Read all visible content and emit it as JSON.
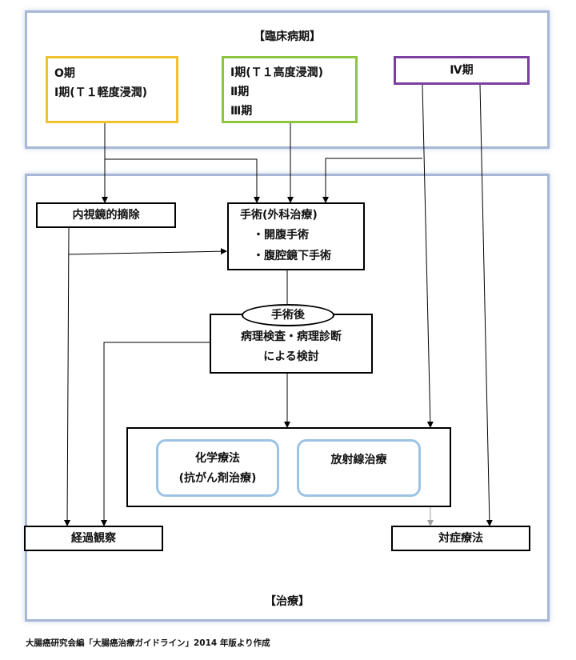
{
  "panels": {
    "stage_title": "【臨床病期】",
    "treatment_title": "【治療】"
  },
  "stages": {
    "stage0_line1": "O期",
    "stage0_line2": "Ⅰ期(Ｔ１軽度浸潤)",
    "stage123_line1": "Ⅰ期(Ｔ１高度浸潤)",
    "stage123_line2": "Ⅱ期",
    "stage123_line3": "Ⅲ期",
    "stage4": "Ⅳ期"
  },
  "treatments": {
    "endoscopic": "内視鏡的摘除",
    "surgery_line1": "手術(外科治療)",
    "surgery_line2": "・開腹手術",
    "surgery_line3": "・腹腔鏡下手術",
    "post_surgery": "手術後",
    "pathology_line1": "病理検査・病理診断",
    "pathology_line2": "による検討",
    "chemo_line1": "化学療法",
    "chemo_line2": "(抗がん剤治療)",
    "radiation": "放射線治療",
    "observation": "経過観察",
    "symptomatic": "対症療法"
  },
  "footer": "大腸癌研究会編「大腸癌治療ガイドライン」2014 年版より作成",
  "colors": {
    "panel_border": "#a7b7d6",
    "stage0_border": "#f2c12e",
    "stage123_border": "#8cc63f",
    "stage4_border": "#7a3fa0",
    "inner_box_border": "#9cc3e6",
    "gray_arrow": "#a0a0a0"
  }
}
